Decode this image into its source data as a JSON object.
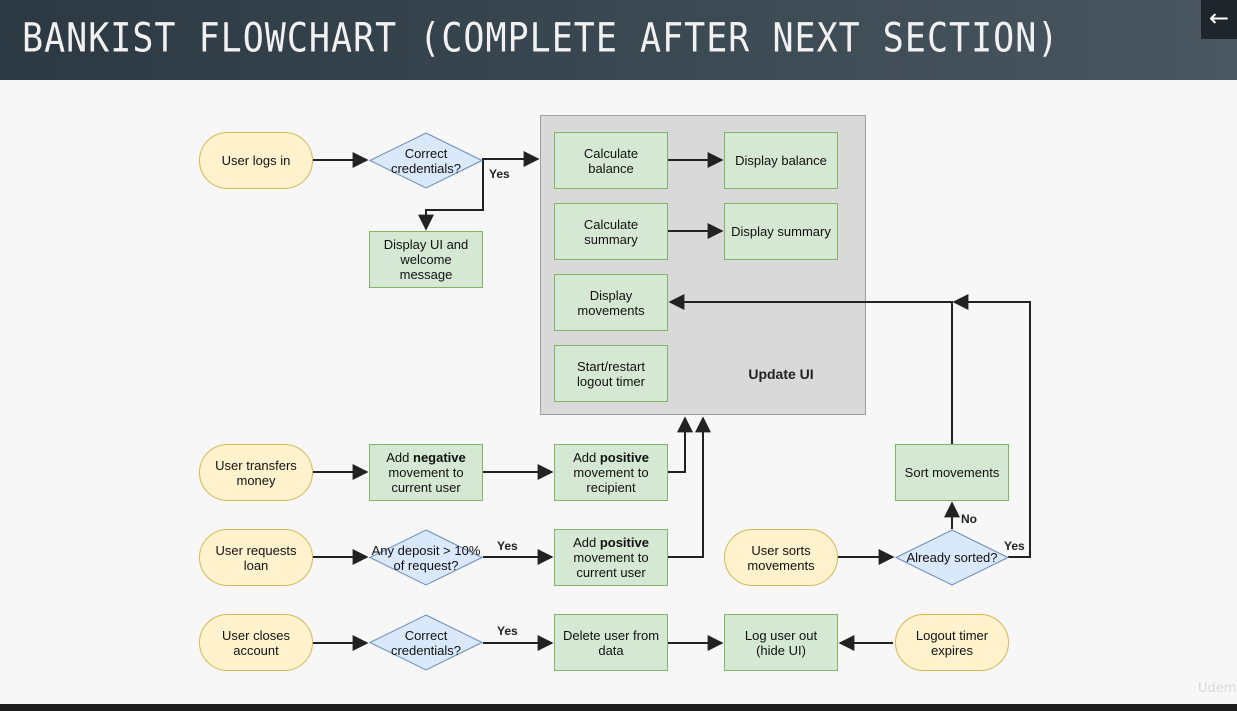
{
  "slide": {
    "title": "BANKIST FLOWCHART (COMPLETE AFTER NEXT SECTION)",
    "back_icon": "←",
    "watermark": "Udemy"
  },
  "colors": {
    "terminal_fill": "#fff2cc",
    "terminal_stroke": "#d6b656",
    "process_fill": "#d5e8d4",
    "process_stroke": "#82b366",
    "decision_fill": "#dae8fc",
    "decision_stroke": "#6c8ebf",
    "group_fill": "#d9d9d9"
  },
  "group": {
    "label": "Update UI"
  },
  "nodes": {
    "user_logs_in": "User logs in",
    "correct_credentials_login": "Correct credentials?",
    "display_ui_welcome": "Display UI and welcome message",
    "calculate_balance": "Calculate balance",
    "display_balance": "Display balance",
    "calculate_summary": "Calculate summary",
    "display_summary": "Display summary",
    "display_movements": "Display movements",
    "start_restart_timer": "Start/restart logout timer",
    "user_transfers_money": "User transfers money",
    "add_negative_pre": "Add ",
    "add_negative_bold": "negative",
    "add_negative_post": " movement to current user",
    "add_positive_recipient_pre": "Add ",
    "add_positive_recipient_bold": "positive",
    "add_positive_recipient_post": " movement to recipient",
    "user_requests_loan": "User requests loan",
    "any_deposit": "Any deposit > 10% of request?",
    "add_positive_current_pre": "Add ",
    "add_positive_current_bold": "positive",
    "add_positive_current_post": " movement to current user",
    "user_sorts_movements": "User sorts movements",
    "already_sorted": "Already sorted?",
    "sort_movements": "Sort movements",
    "user_closes_account": "User closes account",
    "correct_credentials_close": "Correct credentials?",
    "delete_user": "Delete user from data",
    "log_user_out": "Log user out (hide UI)",
    "logout_timer_expires": "Logout timer expires"
  },
  "edge_labels": {
    "login_yes": "Yes",
    "loan_yes": "Yes",
    "close_yes": "Yes",
    "sorted_no": "No",
    "sorted_yes": "Yes"
  }
}
